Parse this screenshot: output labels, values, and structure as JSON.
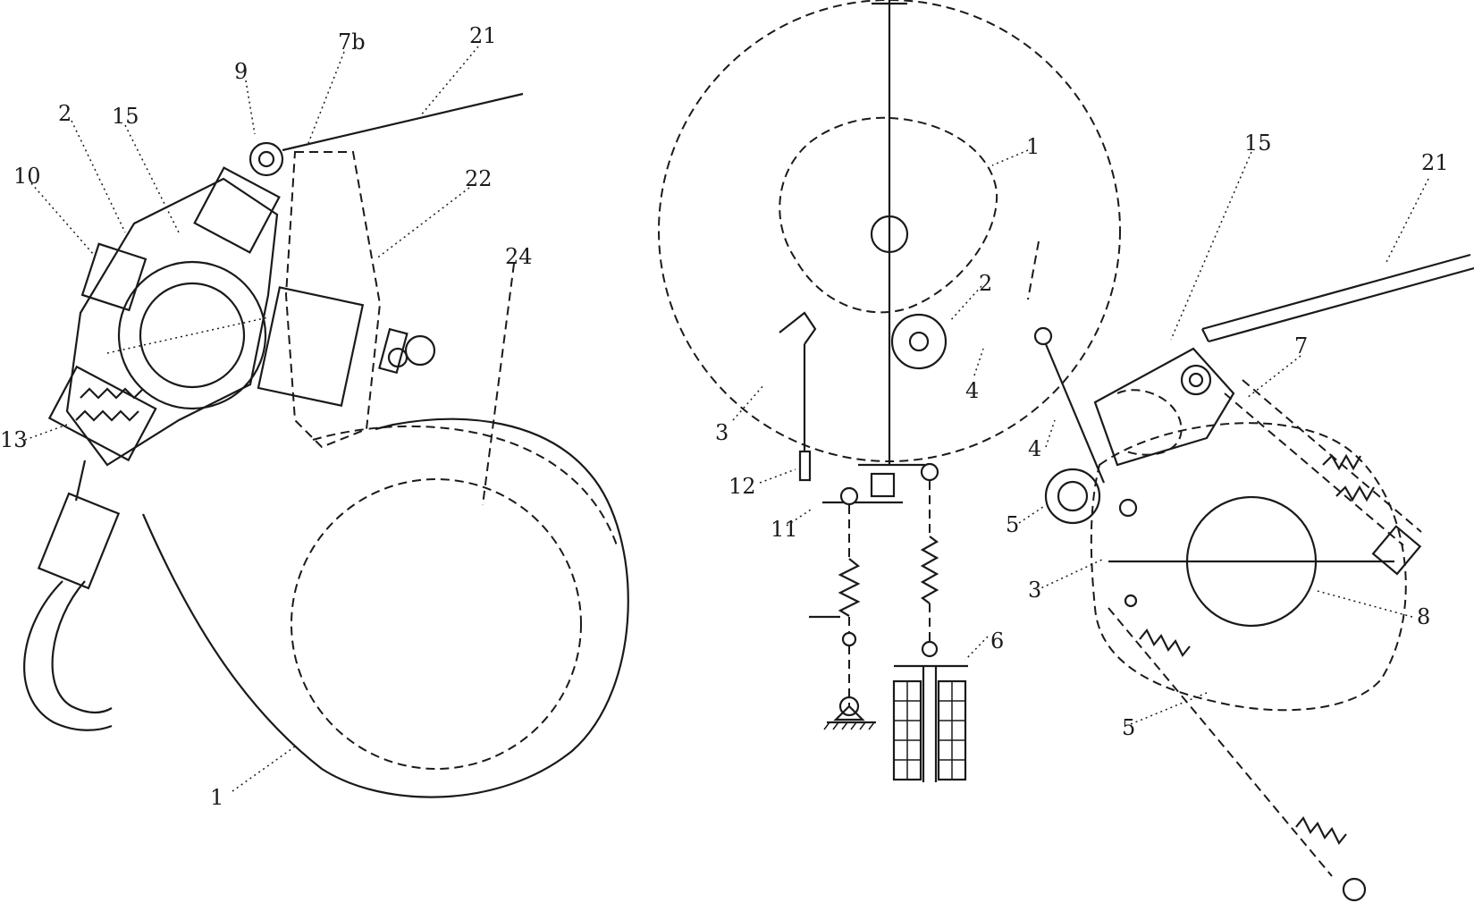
{
  "left_view": {
    "labels": [
      "9",
      "7b",
      "21",
      "2",
      "15",
      "10",
      "22",
      "24",
      "13",
      "1"
    ]
  },
  "right_view": {
    "labels": [
      "1",
      "2",
      "3",
      "4",
      "12",
      "11",
      "6",
      "15",
      "21",
      "7",
      "5",
      "8",
      "4",
      "3",
      "5"
    ]
  }
}
